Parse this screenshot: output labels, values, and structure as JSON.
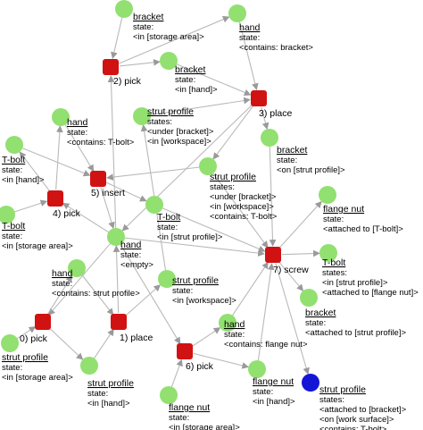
{
  "colors": {
    "object_node": "#92e070",
    "action_node": "#d11212",
    "goal_node": "#1515d6",
    "edge": "#b9b9b9"
  },
  "nodes": [
    {
      "id": "bracket_storage",
      "kind": "object",
      "name": "bracket",
      "lines": [
        "state:",
        "<in [storage area]>"
      ]
    },
    {
      "id": "hand_bracket",
      "kind": "object",
      "name": "hand",
      "lines": [
        "state:",
        "<contains: bracket>"
      ]
    },
    {
      "id": "pick2",
      "kind": "action",
      "label": "2) pick"
    },
    {
      "id": "bracket_hand",
      "kind": "object",
      "name": "bracket",
      "lines": [
        "state:",
        "<in [hand]>"
      ]
    },
    {
      "id": "place3",
      "kind": "action",
      "label": "3) place"
    },
    {
      "id": "strut_under",
      "kind": "object",
      "name": "strut profile",
      "lines": [
        "states:",
        "<under [bracket]>",
        "<in [workspace]>"
      ]
    },
    {
      "id": "hand_tbolt",
      "kind": "object",
      "name": "hand",
      "lines": [
        "state:",
        "<contains: T-bolt>"
      ]
    },
    {
      "id": "bracket_on",
      "kind": "object",
      "name": "bracket",
      "lines": [
        "state:",
        "<on [strut profile]>"
      ]
    },
    {
      "id": "tbolt_hand",
      "kind": "object",
      "name": "T-bolt",
      "lines": [
        "state:",
        "<in [hand]>"
      ]
    },
    {
      "id": "insert5",
      "kind": "action",
      "label": "5) insert"
    },
    {
      "id": "strut_under2",
      "kind": "object",
      "name": "strut profile",
      "lines": [
        "states:",
        "<under [bracket]>",
        "<in [workspace]>",
        "<contains: T-bolt>"
      ]
    },
    {
      "id": "flangenut_tbolt",
      "kind": "object",
      "name": "flange nut",
      "lines": [
        "state:",
        "<attached to [T-bolt]>"
      ]
    },
    {
      "id": "pick4",
      "kind": "action",
      "label": "4) pick"
    },
    {
      "id": "tbolt_instrut",
      "kind": "object",
      "name": "T-bolt",
      "lines": [
        "state:",
        "<in [strut profile]>"
      ]
    },
    {
      "id": "tbolt_storage",
      "kind": "object",
      "name": "T-bolt",
      "lines": [
        "state:",
        "<in [storage area]>"
      ]
    },
    {
      "id": "hand_empty",
      "kind": "object",
      "name": "hand",
      "lines": [
        "state:",
        "<empty>"
      ]
    },
    {
      "id": "screw7",
      "kind": "action",
      "label": "7) screw"
    },
    {
      "id": "tbolt_final",
      "kind": "object",
      "name": "T-bolt",
      "lines": [
        "states:",
        "<in [strut profile]>",
        "<attached to [flange nut]>"
      ]
    },
    {
      "id": "hand_strut",
      "kind": "object",
      "name": "hand",
      "lines": [
        "state:",
        "<contains: strut profile>"
      ]
    },
    {
      "id": "strut_ws",
      "kind": "object",
      "name": "strut profile",
      "lines": [
        "state:",
        "<in [workspace]>"
      ]
    },
    {
      "id": "bracket_final",
      "kind": "object",
      "name": "bracket",
      "lines": [
        "state:",
        "<attached to [strut profile]>"
      ]
    },
    {
      "id": "hand_flange",
      "kind": "object",
      "name": "hand",
      "lines": [
        "state:",
        "<contains: flange nut>"
      ]
    },
    {
      "id": "pick0",
      "kind": "action",
      "label": "0) pick"
    },
    {
      "id": "place1",
      "kind": "action",
      "label": "1) place"
    },
    {
      "id": "strut_storage",
      "kind": "object",
      "name": "strut profile",
      "lines": [
        "state:",
        "<in [storage area]>"
      ]
    },
    {
      "id": "pick6",
      "kind": "action",
      "label": "6) pick"
    },
    {
      "id": "strut_hand",
      "kind": "object",
      "name": "strut profile",
      "lines": [
        "state:",
        "<in [hand]>"
      ]
    },
    {
      "id": "flange_hand",
      "kind": "object",
      "name": "flange nut",
      "lines": [
        "state:",
        "<in [hand]>"
      ]
    },
    {
      "id": "strut_final",
      "kind": "goal",
      "name": "strut profile",
      "lines": [
        "states:",
        "<attached to [bracket]>",
        "<on [work surface]>",
        "<contains: T-bolt>"
      ]
    },
    {
      "id": "flange_storage",
      "kind": "object",
      "name": "flange nut",
      "lines": [
        "state:",
        "<in [storage area]>"
      ]
    }
  ],
  "edges": [
    [
      "bracket_storage",
      "pick2"
    ],
    [
      "pick2",
      "hand_bracket"
    ],
    [
      "pick2",
      "bracket_hand"
    ],
    [
      "hand_bracket",
      "place3"
    ],
    [
      "bracket_hand",
      "place3"
    ],
    [
      "strut_under",
      "place3"
    ],
    [
      "place3",
      "bracket_on"
    ],
    [
      "place3",
      "strut_under2"
    ],
    [
      "place3",
      "hand_empty"
    ],
    [
      "bracket_on",
      "screw7"
    ],
    [
      "hand_tbolt",
      "insert5"
    ],
    [
      "tbolt_hand",
      "insert5"
    ],
    [
      "strut_under2",
      "insert5"
    ],
    [
      "insert5",
      "hand_empty"
    ],
    [
      "insert5",
      "tbolt_instrut"
    ],
    [
      "pick4",
      "hand_tbolt"
    ],
    [
      "pick4",
      "tbolt_hand"
    ],
    [
      "tbolt_storage",
      "pick4"
    ],
    [
      "hand_empty",
      "pick4"
    ],
    [
      "hand_empty",
      "pick2"
    ],
    [
      "hand_empty",
      "pick0"
    ],
    [
      "hand_empty",
      "pick6"
    ],
    [
      "hand_empty",
      "screw7"
    ],
    [
      "tbolt_instrut",
      "screw7"
    ],
    [
      "strut_under2",
      "screw7"
    ],
    [
      "screw7",
      "flangenut_tbolt"
    ],
    [
      "screw7",
      "tbolt_final"
    ],
    [
      "screw7",
      "bracket_final"
    ],
    [
      "screw7",
      "strut_final"
    ],
    [
      "hand_flange",
      "screw7"
    ],
    [
      "flange_hand",
      "screw7"
    ],
    [
      "pick6",
      "hand_flange"
    ],
    [
      "pick6",
      "flange_hand"
    ],
    [
      "flange_storage",
      "pick6"
    ],
    [
      "strut_storage",
      "pick0"
    ],
    [
      "pick0",
      "hand_strut"
    ],
    [
      "pick0",
      "strut_hand"
    ],
    [
      "hand_strut",
      "place1"
    ],
    [
      "strut_hand",
      "place1"
    ],
    [
      "place1",
      "strut_ws"
    ],
    [
      "place1",
      "hand_empty"
    ],
    [
      "strut_ws",
      "strut_under"
    ]
  ]
}
